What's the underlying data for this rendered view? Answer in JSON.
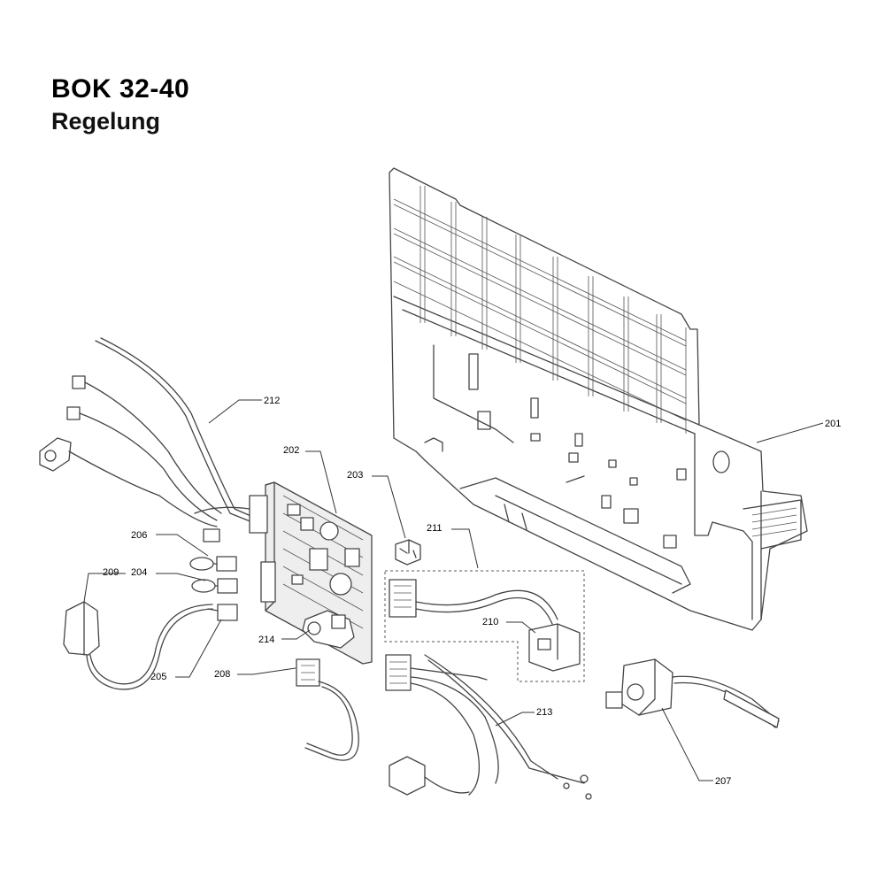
{
  "header": {
    "title": "BOK 32-40",
    "subtitle": "Regelung"
  },
  "callouts": [
    {
      "id": "c201",
      "label": "201"
    },
    {
      "id": "c202",
      "label": "202"
    },
    {
      "id": "c203",
      "label": "203"
    },
    {
      "id": "c204",
      "label": "204"
    },
    {
      "id": "c205",
      "label": "205"
    },
    {
      "id": "c206",
      "label": "206"
    },
    {
      "id": "c207",
      "label": "207"
    },
    {
      "id": "c208",
      "label": "208"
    },
    {
      "id": "c209",
      "label": "209"
    },
    {
      "id": "c210",
      "label": "210"
    },
    {
      "id": "c211",
      "label": "211"
    },
    {
      "id": "c212",
      "label": "212"
    },
    {
      "id": "c213",
      "label": "213"
    },
    {
      "id": "c214",
      "label": "214"
    }
  ]
}
